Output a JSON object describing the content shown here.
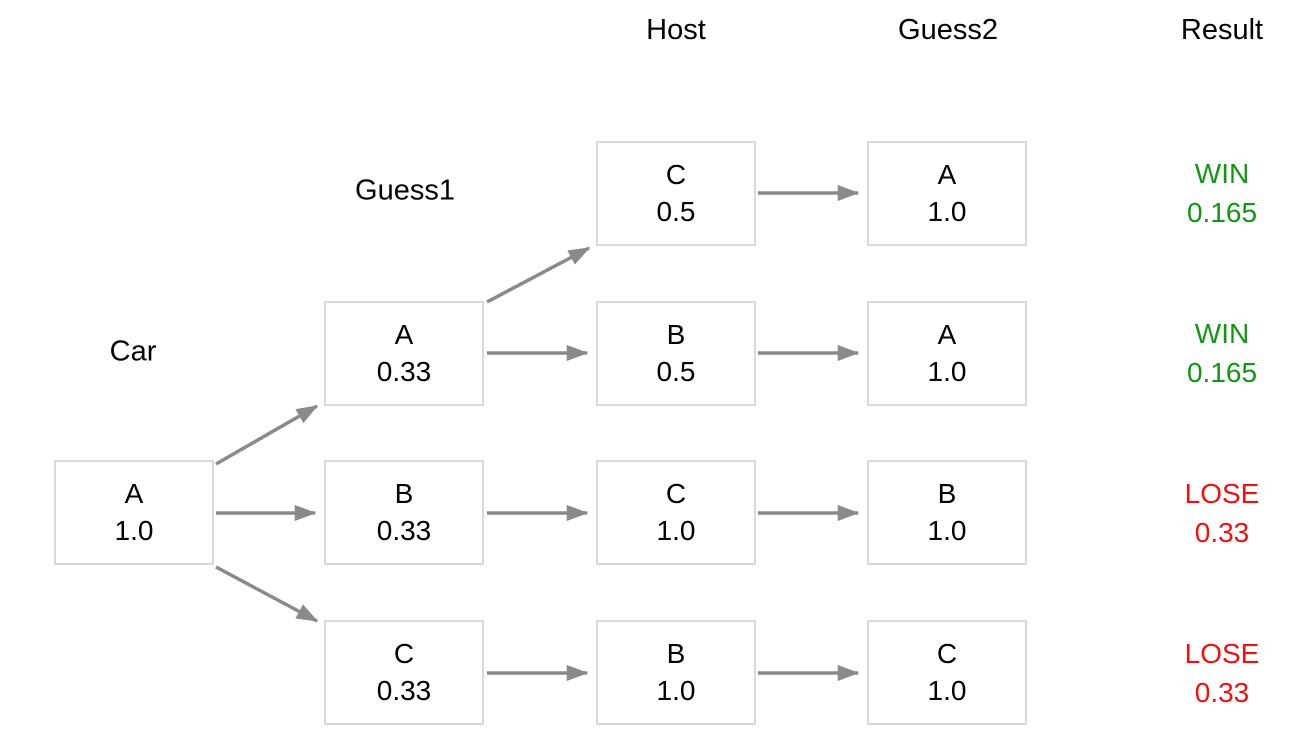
{
  "diagram": {
    "title_meaning": "Monty Hall problem probability tree",
    "colors": {
      "win": "#159415",
      "lose": "#ee1111",
      "arrow": "#8a8a8a",
      "box_border": "#d9d9d9",
      "text": "#000000"
    },
    "column_headers": [
      {
        "label": "Host"
      },
      {
        "label": "Guess2"
      },
      {
        "label": "Result"
      }
    ],
    "stage_labels": [
      {
        "label": "Guess1"
      },
      {
        "label": "Car"
      }
    ],
    "root": {
      "label": "A",
      "prob": "1.0"
    },
    "rows": [
      {
        "host": {
          "label": "C",
          "prob": "0.5"
        },
        "guess2": {
          "label": "A",
          "prob": "1.0"
        },
        "result": {
          "outcome": "WIN",
          "prob": "0.165",
          "type": "win"
        }
      },
      {
        "guess1": {
          "label": "A",
          "prob": "0.33"
        },
        "host": {
          "label": "B",
          "prob": "0.5"
        },
        "guess2": {
          "label": "A",
          "prob": "1.0"
        },
        "result": {
          "outcome": "WIN",
          "prob": "0.165",
          "type": "win"
        }
      },
      {
        "guess1": {
          "label": "B",
          "prob": "0.33"
        },
        "host": {
          "label": "C",
          "prob": "1.0"
        },
        "guess2": {
          "label": "B",
          "prob": "1.0"
        },
        "result": {
          "outcome": "LOSE",
          "prob": "0.33",
          "type": "lose"
        }
      },
      {
        "guess1": {
          "label": "C",
          "prob": "0.33"
        },
        "host": {
          "label": "B",
          "prob": "1.0"
        },
        "guess2": {
          "label": "C",
          "prob": "1.0"
        },
        "result": {
          "outcome": "LOSE",
          "prob": "0.33",
          "type": "lose"
        }
      }
    ]
  }
}
